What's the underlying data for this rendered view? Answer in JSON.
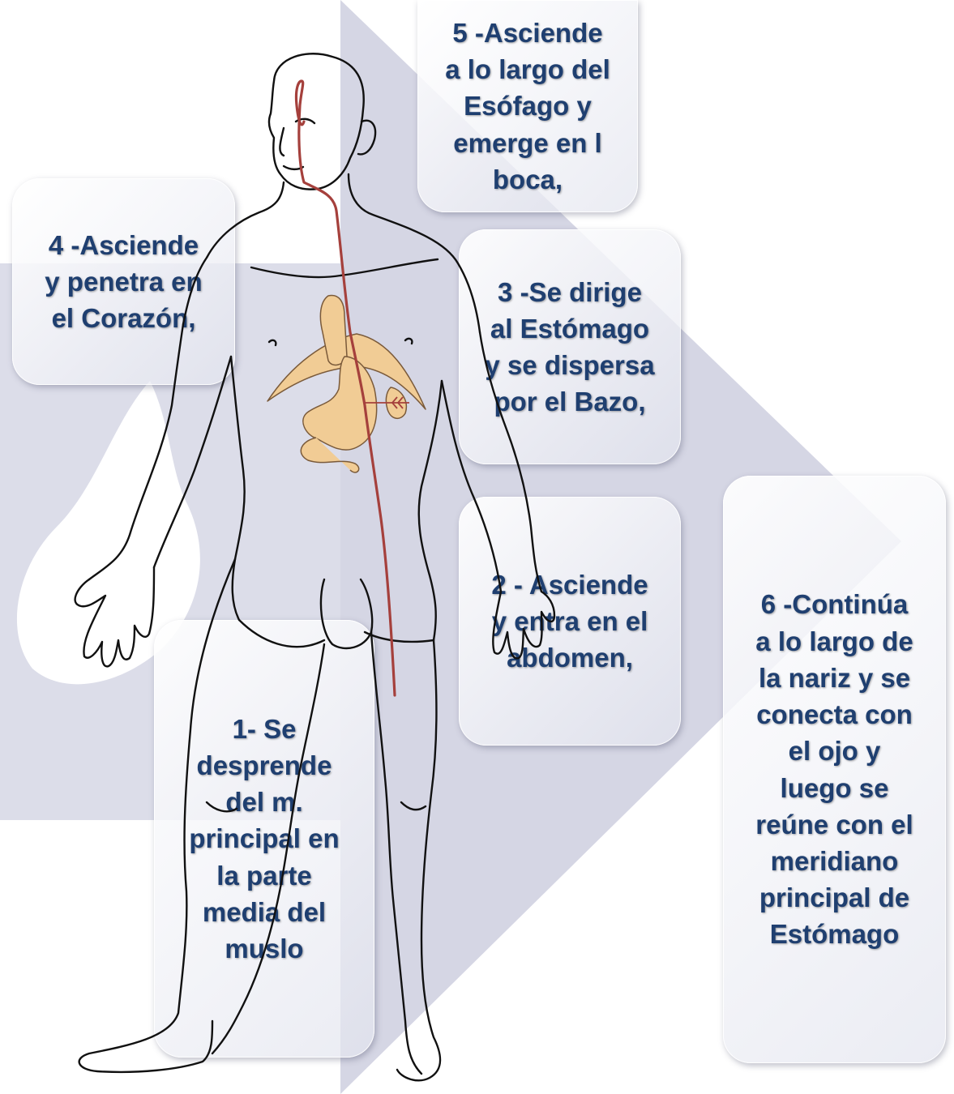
{
  "steps": [
    {
      "id": "step-1",
      "text": "1- Se\ndesprende\ndel m.\nprincipal en\nla parte\nmedia del\nmuslo"
    },
    {
      "id": "step-2",
      "text": "2 - Asciende\ny entra en el\nabdomen,"
    },
    {
      "id": "step-3",
      "text": "3 -Se dirige\nal Estómago\ny se dispersa\npor el Bazo,"
    },
    {
      "id": "step-4",
      "text": "4 -Asciende\ny penetra en\nel Corazón,"
    },
    {
      "id": "step-5",
      "text": "5 -Asciende\na lo largo del\nEsófago y\nemerge en l\nboca,"
    },
    {
      "id": "step-6",
      "text": "6 -Continúa\na lo largo de\nla nariz y se\nconecta con\nel ojo y\nluego se\nreúne con el\nmeridiano\nprincipal de\nEstómago"
    }
  ],
  "colors": {
    "text": "#1f3f70",
    "meridian_line": "#a5403c",
    "organs": "#f1cc95",
    "background_arrow": "#dadbe8"
  },
  "icons": {
    "figure": "human-body-outline",
    "organs": "stomach-spleen-diaphragm"
  }
}
